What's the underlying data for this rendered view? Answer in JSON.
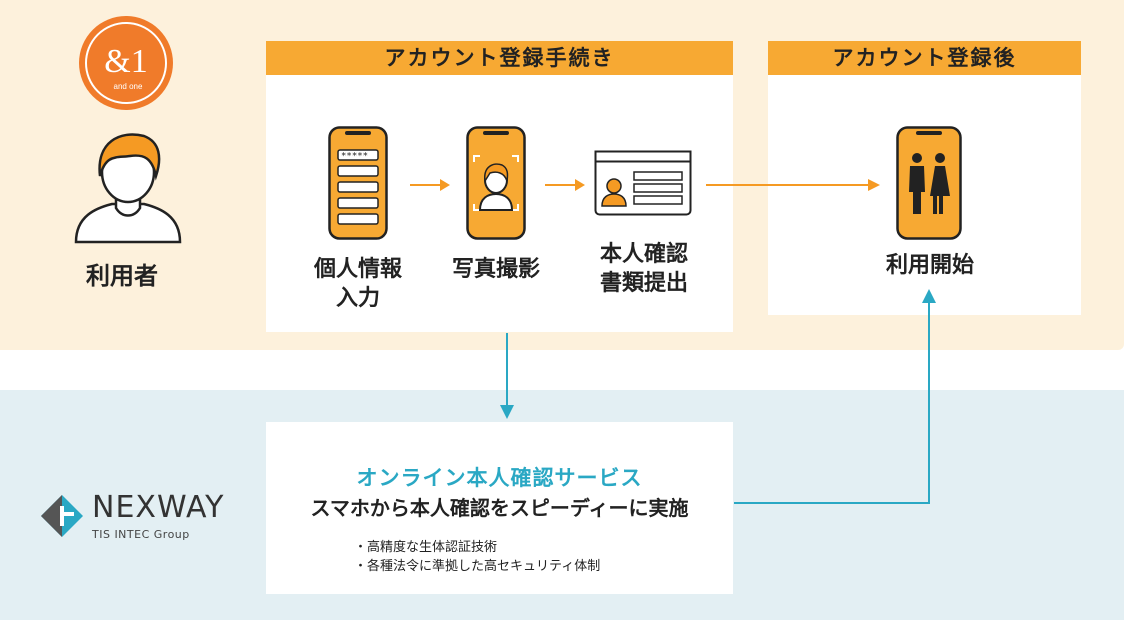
{
  "logo": {
    "andone_mark": "&1",
    "andone_small": "and one"
  },
  "user": {
    "label": "利用者"
  },
  "registration_panel": {
    "header": "アカウント登録手続き",
    "steps": [
      {
        "label": "個人情報\n入力",
        "icon": "phone-form-icon",
        "input_mask": "*****"
      },
      {
        "label": "写真撮影",
        "icon": "phone-face-capture-icon"
      },
      {
        "label": "本人確認\n書類提出",
        "icon": "id-card-icon"
      }
    ]
  },
  "after_panel": {
    "header": "アカウント登録後",
    "step": {
      "label": "利用開始",
      "icon": "phone-people-icon"
    }
  },
  "service": {
    "title": "オンライン本人確認サービス",
    "subtitle": "スマホから本人確認をスピーディーに実施",
    "features": [
      "・高精度な生体認証技術",
      "・各種法令に準拠した高セキュリティ体制"
    ]
  },
  "nexway": {
    "name": "NEXWAY",
    "tagline": "TIS INTEC Group"
  },
  "colors": {
    "accent_orange": "#f7a933",
    "logo_orange": "#f07b2a",
    "teal": "#2aa8c4",
    "band_top": "#fdf1dc",
    "band_bottom": "#e3eff3"
  }
}
